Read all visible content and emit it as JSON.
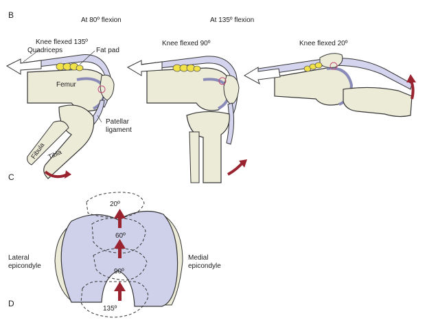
{
  "panel_letters": {
    "b": "B",
    "c": "C",
    "d": "D"
  },
  "headers": {
    "h80": "At 80º flexion",
    "h135": "At 135º flexion"
  },
  "knee1": {
    "title": "Knee flexed 135º",
    "quadriceps": "Quadriceps",
    "fat_pad": "Fat pad",
    "femur": "Femur",
    "patellar_line1": "Patellar",
    "patellar_line2": "ligament",
    "fibula": "Fibula",
    "tibia": "Tibia"
  },
  "knee2": {
    "title": "Knee flexed 90º"
  },
  "knee3": {
    "title": "Knee flexed 20º"
  },
  "condyle": {
    "lateral_line1": "Lateral",
    "lateral_line2": "epicondyle",
    "medial_line1": "Medial",
    "medial_line2": "epicondyle",
    "angles": [
      "20º",
      "60º",
      "90º",
      "135º"
    ]
  },
  "colors": {
    "tendon": "#d4d4ee",
    "bone": "#ecebd8",
    "fat": "#f2e24a",
    "arrow": "#9a2330",
    "outline": "#333333"
  }
}
